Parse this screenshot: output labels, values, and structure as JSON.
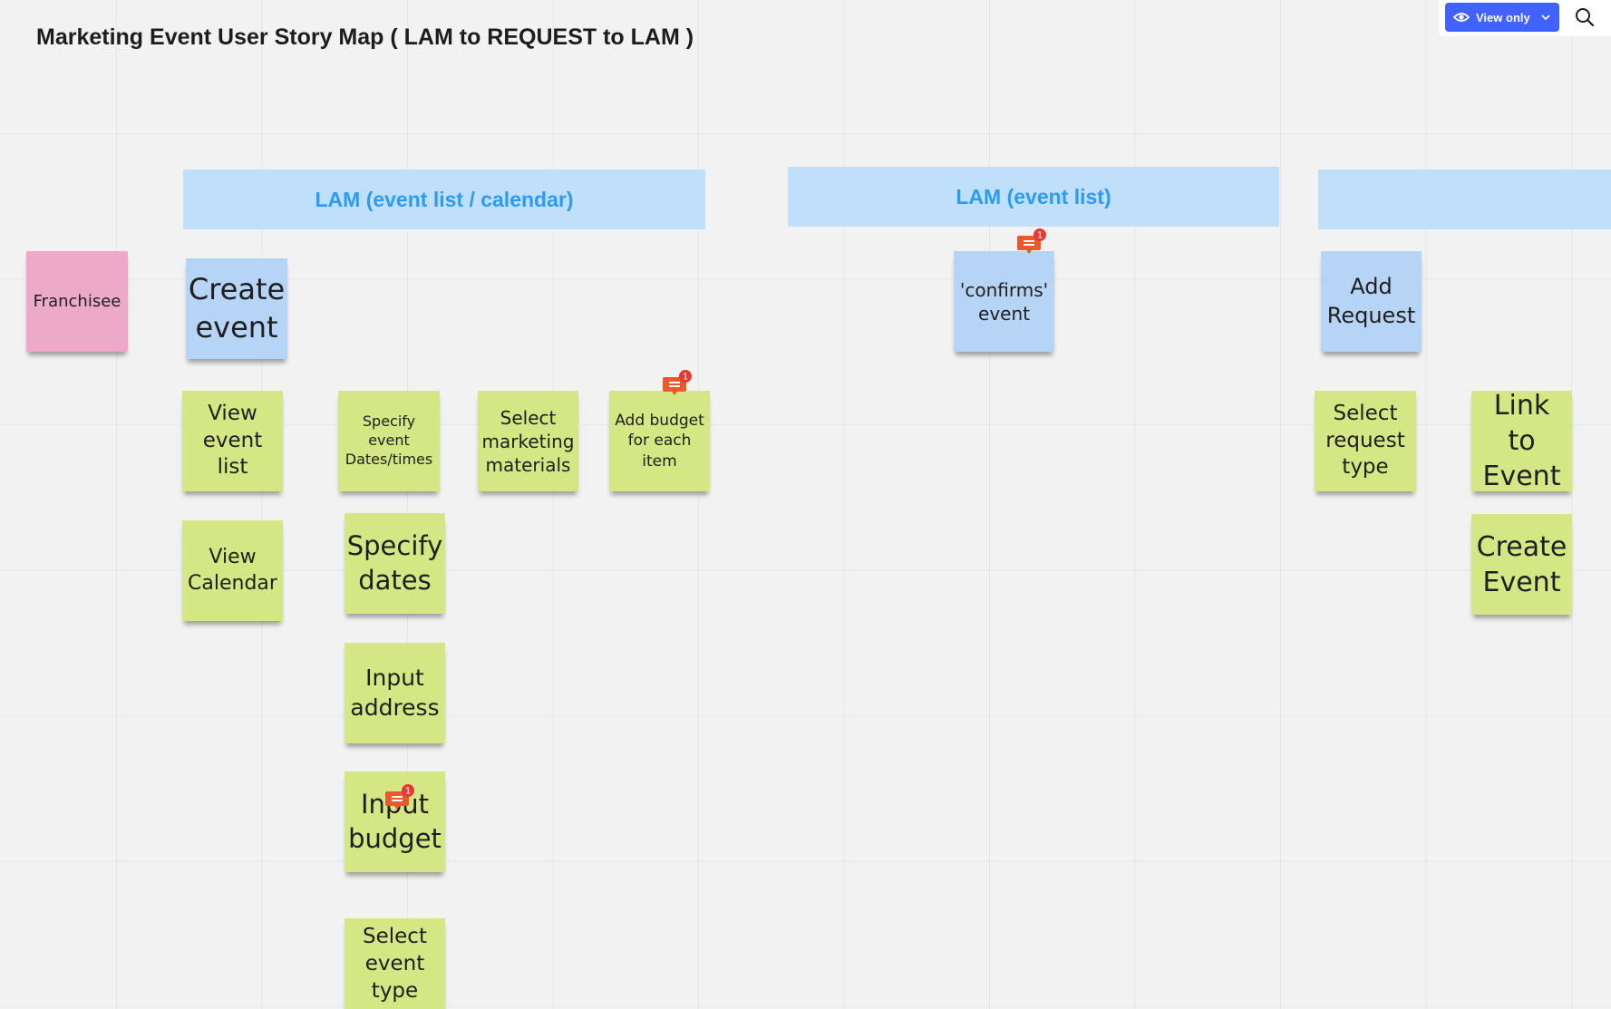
{
  "board": {
    "title": "Marketing Event User Story Map ( LAM to REQUEST to LAM )"
  },
  "toolbar": {
    "view_label": "View only",
    "view_icon": "eye-icon",
    "dropdown_icon": "chevron-down-icon",
    "search_icon": "search-icon",
    "accent": "#4262ff"
  },
  "frames": [
    {
      "label": "LAM (event list / calendar)"
    },
    {
      "label": "LAM (event list)"
    },
    {
      "label": ""
    }
  ],
  "colors": {
    "frame_bg": "#bfdffa",
    "frame_text": "#2d9bf0",
    "sticky_yellow": "#d5e685",
    "sticky_blue": "#b6d4f5",
    "sticky_pink": "#eca9c8",
    "comment_badge": "#e85a2b"
  },
  "stickies": {
    "franchisee": "Franchisee",
    "create_event": "Create event",
    "view_event_list": "View event list",
    "view_calendar": "View Calendar",
    "specify_event_dates": "Specify event Dates/times",
    "specify_dates": "Specify dates",
    "input_address": "Input address",
    "input_budget": "Input budget",
    "select_event_type": "Select event type",
    "select_marketing_materials": "Select marketing materials",
    "add_budget_each_item": "Add budget for each item",
    "confirms_event": "'confirms' event",
    "add_request": "Add Request",
    "select_request_type": "Select request type",
    "link_to_event": "Link to Event",
    "create_event_2": "Create Event"
  },
  "comments": {
    "count": "1",
    "icon": "comment-icon"
  }
}
